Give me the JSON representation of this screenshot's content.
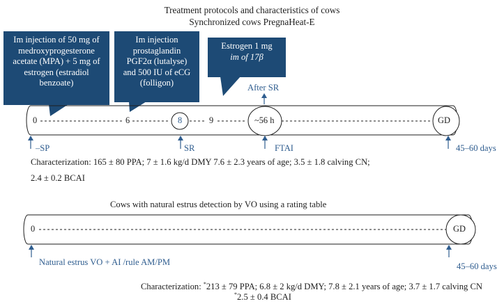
{
  "titles": {
    "line1": "Treatment protocols and characteristics of cows",
    "line2": "Synchronized cows PregnaHeat-E"
  },
  "callouts": {
    "c1_lines": [
      "Im injection of 50 mg of",
      "medroxyprogesterone",
      "acetate (MPA) + 5 mg of",
      "estrogen (estradiol",
      "benzoate)"
    ],
    "c2_lines": [
      "Im injection",
      "prostaglandin",
      "PGF2α (lutalyse)",
      "and 500 IU of eCG",
      "(folligon)"
    ],
    "c3_line1": "Estrogen 1 mg",
    "c3_line2": "im of 17β"
  },
  "timeline1": {
    "ticks": [
      "0",
      "6",
      "8",
      "9",
      "~56 h",
      "GD"
    ],
    "after_sr": "After SR",
    "markers": [
      "–SP",
      "SR",
      "FTAI",
      "45–60 days"
    ]
  },
  "char1": {
    "line1": "Characterization: 165 ± 80 PPA; 7 ± 1.6 kg/d DMY 7.6 ± 2.3 years of age; 3.5 ± 1.8 calving CN;",
    "line2": "2.4 ± 0.2 BCAI"
  },
  "section2": {
    "title": "Cows with natural estrus detection by VO using a rating table"
  },
  "timeline2": {
    "ticks": [
      "0",
      "GD"
    ],
    "markers": [
      "Natural estrus VO + AI /rule AM/PM",
      "45–60 days"
    ]
  },
  "char2": {
    "star": "*",
    "line1": "213 ± 79 PPA; 6.8 ± 2 kg/d DMY; 7.8 ± 2.1 years of age; 3.7 ± 1.7 calving CN",
    "prefix": "Characterization: ",
    "line2": "2.5 ± 0.4 BCAI"
  },
  "colors": {
    "callout": "#1d4a75",
    "label": "#2f5d8f",
    "line": "#1e1e1e"
  }
}
